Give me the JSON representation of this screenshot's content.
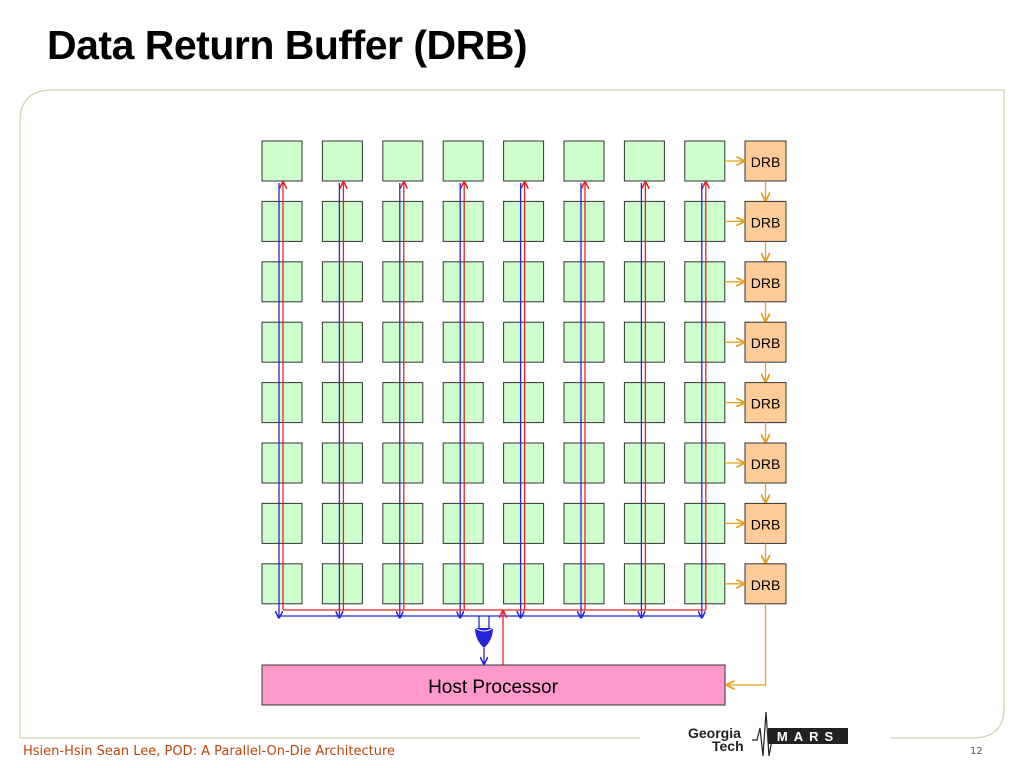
{
  "slide": {
    "title": "Data Return Buffer (DRB)",
    "footer": "Hsien-Hsin Sean Lee, POD: A Parallel-On-Die Architecture",
    "page_number": "12"
  },
  "diagram": {
    "rows": 8,
    "cols": 8,
    "drb_label": "DRB",
    "host_label": "Host Processor",
    "logos": {
      "georgia_tech_line1": "Georgia",
      "georgia_tech_line2": "Tech",
      "mars": "MARS"
    }
  },
  "colors": {
    "pe_fill": "#ccffcc",
    "drb_fill": "#ffcc99",
    "host_fill": "#ff99cc",
    "red_bus": "#e8202a",
    "blue_bus": "#2626d9",
    "orange_link": "#e8a020",
    "frame": "#d8cfae",
    "footer_text": "#b8470c"
  }
}
